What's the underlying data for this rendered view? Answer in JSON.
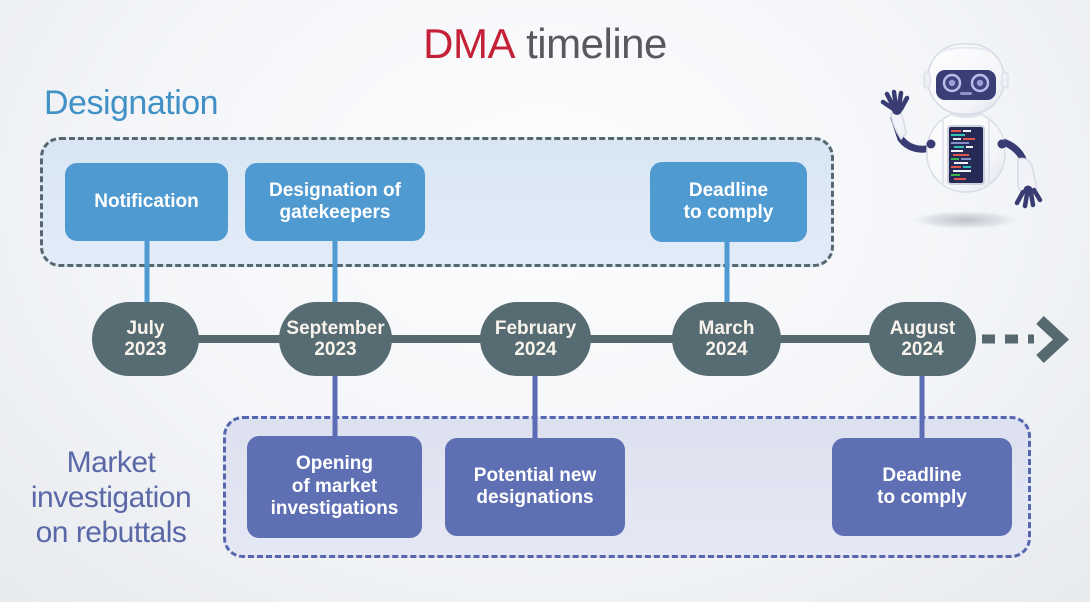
{
  "title": {
    "highlight": "DMA",
    "rest": " timeline"
  },
  "colors": {
    "title_highlight": "#c42138",
    "title_rest": "#58595c",
    "designation_heading": "#4191c6",
    "designation_box": "#4f9ad1",
    "designation_container_border": "#55686f",
    "designation_container_bg": "#d8e6f3",
    "market_heading": "#5a68a7",
    "market_box": "#5f6fb4",
    "market_container_border": "#5565ae",
    "market_container_bg": "#dde1ef",
    "timeline_node": "#566b72",
    "timeline_bar": "#55696f"
  },
  "designation": {
    "heading": "Designation",
    "boxes": [
      {
        "lines": [
          "Notification"
        ]
      },
      {
        "lines": [
          "Designation of",
          "gatekeepers"
        ]
      },
      {
        "lines": [
          "Deadline",
          "to comply"
        ]
      }
    ]
  },
  "market_investigation": {
    "heading_lines": [
      "Market",
      "investigation",
      "on rebuttals"
    ],
    "boxes": [
      {
        "lines": [
          "Opening",
          "of market",
          "investigations"
        ]
      },
      {
        "lines": [
          "Potential new",
          "designations"
        ]
      },
      {
        "lines": [
          "Deadline",
          "to comply"
        ]
      }
    ]
  },
  "timeline": {
    "nodes": [
      {
        "month": "July",
        "year": "2023"
      },
      {
        "month": "September",
        "year": "2023"
      },
      {
        "month": "February",
        "year": "2024"
      },
      {
        "month": "March",
        "year": "2024"
      },
      {
        "month": "August",
        "year": "2024"
      }
    ],
    "continues": "future"
  }
}
